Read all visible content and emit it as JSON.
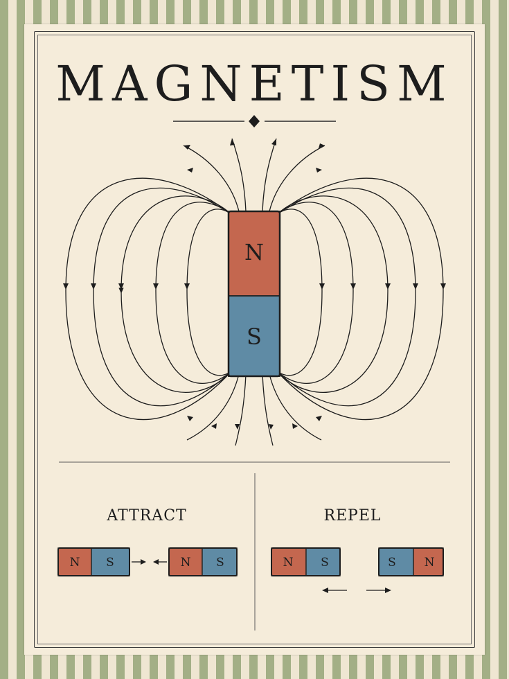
{
  "poster": {
    "title": "MAGNETISM",
    "colors": {
      "north": "#c4674f",
      "south": "#5f8ba5",
      "stripe": "#a3af86",
      "paper": "#f5ecda",
      "ink": "#1d1d1d"
    }
  },
  "bar_magnet": {
    "north_label": "N",
    "south_label": "S"
  },
  "attract": {
    "heading": "ATTRACT",
    "magnet_left": {
      "left_label": "N",
      "right_label": "S"
    },
    "magnet_right": {
      "left_label": "N",
      "right_label": "S"
    }
  },
  "repel": {
    "heading": "REPEL",
    "magnet_left": {
      "left_label": "N",
      "right_label": "S"
    },
    "magnet_right": {
      "left_label": "S",
      "right_label": "N"
    }
  }
}
